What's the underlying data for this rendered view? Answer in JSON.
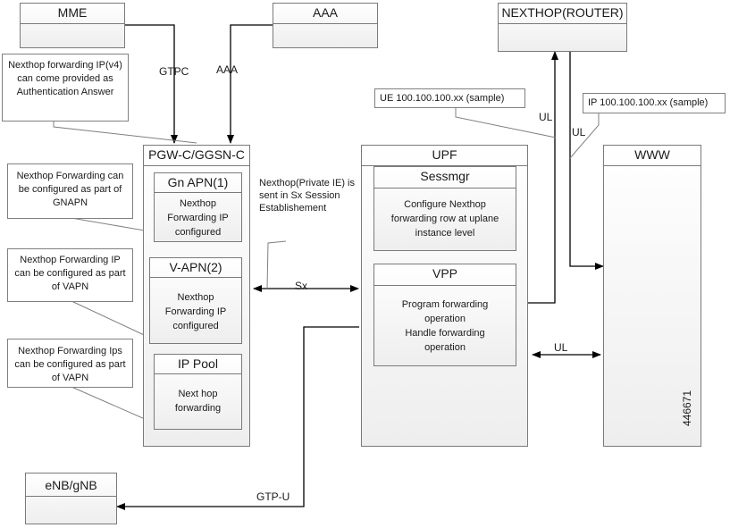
{
  "nodes": {
    "mme": "MME",
    "aaa": "AAA",
    "nexthop_router": "NEXTHOP(ROUTER)",
    "pgw": "PGW-C/GGSN-C",
    "gn_apn": {
      "title": "Gn APN(1)",
      "text": "Nexthop Forwarding IP configured"
    },
    "v_apn": {
      "title": "V-APN(2)",
      "text": "Nexthop Forwarding IP configured"
    },
    "ip_pool": {
      "title": "IP Pool",
      "text": "Next hop forwarding"
    },
    "upf": "UPF",
    "sessmgr": {
      "title": "Sessmgr",
      "text": "Configure Nexthop forwarding row at uplane instance level"
    },
    "vpp": {
      "title": "VPP",
      "line1": "Program forwarding operation",
      "line2": "Handle forwarding operation"
    },
    "www": "WWW",
    "enb": "eNB/gNB"
  },
  "callouts": {
    "aaa_answer": "Nexthop forwarding IP(v4) can come provided as Authentication Answer",
    "gnapn": "Nexthop Forwarding can be configured as part of GNAPN",
    "vapn": "Nexthop Forwarding IP can be configured as part of VAPN",
    "ippool": "Nexthop Forwarding Ips can be configured as part of VAPN",
    "ue_sample": "UE 100.100.100.xx (sample)",
    "ip_sample": "IP 100.100.100.xx (sample)",
    "private_ie": "Nexthop(Private IE) is sent in Sx Session Establishement"
  },
  "links": {
    "gtpc": "GTPC",
    "aaa": "AAA",
    "sx": "Sx",
    "ul_left": "UL",
    "ul_right": "UL",
    "ul_bottom": "UL",
    "gtpu": "GTP-U"
  },
  "figure_id": "446671"
}
